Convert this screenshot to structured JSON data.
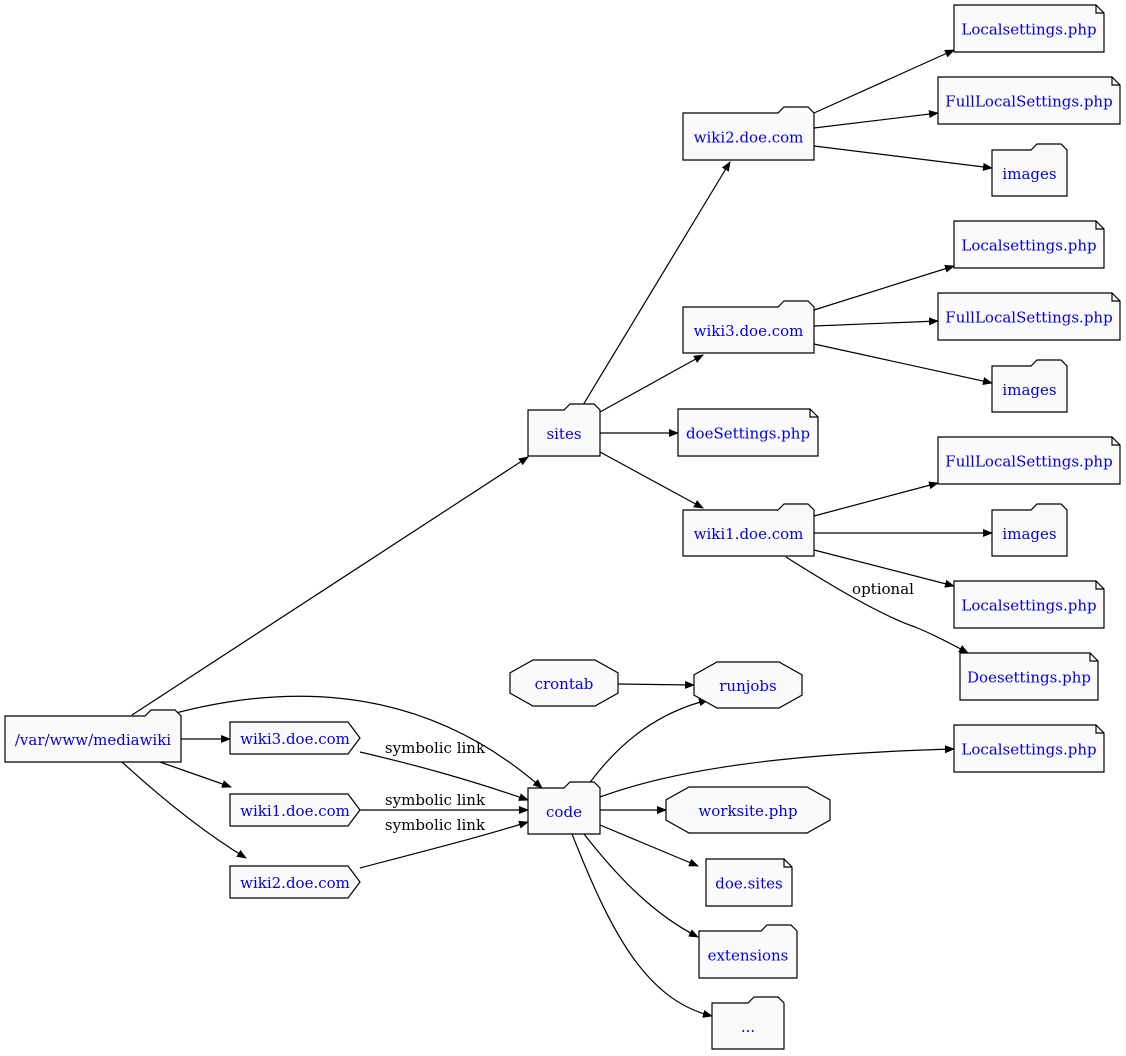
{
  "colors": {
    "node_fill": "#fafafa",
    "node_stroke": "#000000",
    "node_text": "#0000ee",
    "edge": "#000000",
    "label_text": "#000000"
  },
  "nodes": {
    "mediawiki": {
      "label": "/var/www/mediawiki",
      "shape": "folder"
    },
    "sites": {
      "label": "sites",
      "shape": "folder"
    },
    "code": {
      "label": "code",
      "shape": "folder"
    },
    "link_wiki3": {
      "label": "wiki3.doe.com",
      "shape": "cds"
    },
    "link_wiki1": {
      "label": "wiki1.doe.com",
      "shape": "cds"
    },
    "link_wiki2": {
      "label": "wiki2.doe.com",
      "shape": "cds"
    },
    "wiki2_dir": {
      "label": "wiki2.doe.com",
      "shape": "folder"
    },
    "wiki3_dir": {
      "label": "wiki3.doe.com",
      "shape": "folder"
    },
    "wiki1_dir": {
      "label": "wiki1.doe.com",
      "shape": "folder"
    },
    "doesettings": {
      "label": "doeSettings.php",
      "shape": "note"
    },
    "w2_local": {
      "label": "Localsettings.php",
      "shape": "note"
    },
    "w2_full": {
      "label": "FullLocalSettings.php",
      "shape": "note"
    },
    "w2_images": {
      "label": "images",
      "shape": "folder"
    },
    "w3_local": {
      "label": "Localsettings.php",
      "shape": "note"
    },
    "w3_full": {
      "label": "FullLocalSettings.php",
      "shape": "note"
    },
    "w3_images": {
      "label": "images",
      "shape": "folder"
    },
    "w1_full": {
      "label": "FullLocalSettings.php",
      "shape": "note"
    },
    "w1_images": {
      "label": "images",
      "shape": "folder"
    },
    "w1_local": {
      "label": "Localsettings.php",
      "shape": "note"
    },
    "w1_doesettings": {
      "label": "Doesettings.php",
      "shape": "note"
    },
    "crontab": {
      "label": "crontab",
      "shape": "octagon"
    },
    "runjobs": {
      "label": "runjobs",
      "shape": "octagon"
    },
    "code_local": {
      "label": "Localsettings.php",
      "shape": "note"
    },
    "worksite": {
      "label": "worksite.php",
      "shape": "octagon"
    },
    "doe_sites": {
      "label": "doe.sites",
      "shape": "note"
    },
    "extensions": {
      "label": "extensions",
      "shape": "folder"
    },
    "ellipsis": {
      "label": "...",
      "shape": "folder"
    }
  },
  "edges": [
    {
      "from": "mediawiki",
      "to": "sites",
      "label": ""
    },
    {
      "from": "mediawiki",
      "to": "code",
      "label": ""
    },
    {
      "from": "mediawiki",
      "to": "link_wiki3",
      "label": ""
    },
    {
      "from": "mediawiki",
      "to": "link_wiki1",
      "label": ""
    },
    {
      "from": "mediawiki",
      "to": "link_wiki2",
      "label": ""
    },
    {
      "from": "link_wiki3",
      "to": "code",
      "label": "symbolic link"
    },
    {
      "from": "link_wiki1",
      "to": "code",
      "label": "symbolic link"
    },
    {
      "from": "link_wiki2",
      "to": "code",
      "label": "symbolic link"
    },
    {
      "from": "sites",
      "to": "wiki2_dir",
      "label": ""
    },
    {
      "from": "sites",
      "to": "wiki3_dir",
      "label": ""
    },
    {
      "from": "sites",
      "to": "doesettings",
      "label": ""
    },
    {
      "from": "sites",
      "to": "wiki1_dir",
      "label": ""
    },
    {
      "from": "wiki2_dir",
      "to": "w2_local",
      "label": ""
    },
    {
      "from": "wiki2_dir",
      "to": "w2_full",
      "label": ""
    },
    {
      "from": "wiki2_dir",
      "to": "w2_images",
      "label": ""
    },
    {
      "from": "wiki3_dir",
      "to": "w3_local",
      "label": ""
    },
    {
      "from": "wiki3_dir",
      "to": "w3_full",
      "label": ""
    },
    {
      "from": "wiki3_dir",
      "to": "w3_images",
      "label": ""
    },
    {
      "from": "wiki1_dir",
      "to": "w1_full",
      "label": ""
    },
    {
      "from": "wiki1_dir",
      "to": "w1_images",
      "label": ""
    },
    {
      "from": "wiki1_dir",
      "to": "w1_local",
      "label": ""
    },
    {
      "from": "wiki1_dir",
      "to": "w1_doesettings",
      "label": "optional"
    },
    {
      "from": "crontab",
      "to": "runjobs",
      "label": ""
    },
    {
      "from": "code",
      "to": "runjobs",
      "label": ""
    },
    {
      "from": "code",
      "to": "code_local",
      "label": ""
    },
    {
      "from": "code",
      "to": "worksite",
      "label": ""
    },
    {
      "from": "code",
      "to": "doe_sites",
      "label": ""
    },
    {
      "from": "code",
      "to": "extensions",
      "label": ""
    },
    {
      "from": "code",
      "to": "ellipsis",
      "label": ""
    }
  ]
}
